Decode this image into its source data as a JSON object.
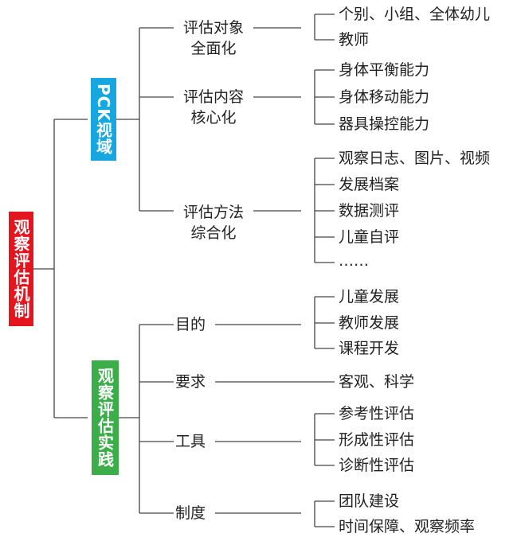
{
  "colors": {
    "root": "#e4151f",
    "pck": "#16a7e0",
    "practice": "#3cae49",
    "line": "#444444"
  },
  "root": {
    "label": "观察评估机制"
  },
  "branches": [
    {
      "label": "PCK视域",
      "label_latin": "PCK",
      "label_cjk": "视域",
      "children": [
        {
          "line1": "评估对象",
          "line2": "全面化",
          "items": [
            "个别、小组、全体幼儿",
            "教师"
          ]
        },
        {
          "line1": "评估内容",
          "line2": "核心化",
          "items": [
            "身体平衡能力",
            "身体移动能力",
            "器具操控能力"
          ]
        },
        {
          "line1": "评估方法",
          "line2": "综合化",
          "items": [
            "观察日志、图片、视频",
            "发展档案",
            "数据测评",
            "儿童自评",
            "……"
          ]
        }
      ]
    },
    {
      "label": "观察评估实践",
      "children": [
        {
          "line1": "目的",
          "items": [
            "儿童发展",
            "教师发展",
            "课程开发"
          ]
        },
        {
          "line1": "要求",
          "items": [
            "客观、科学"
          ]
        },
        {
          "line1": "工具",
          "items": [
            "参考性评估",
            "形成性评估",
            "诊断性评估"
          ]
        },
        {
          "line1": "制度",
          "items": [
            "团队建设",
            "时间保障、观察频率"
          ]
        }
      ]
    }
  ]
}
